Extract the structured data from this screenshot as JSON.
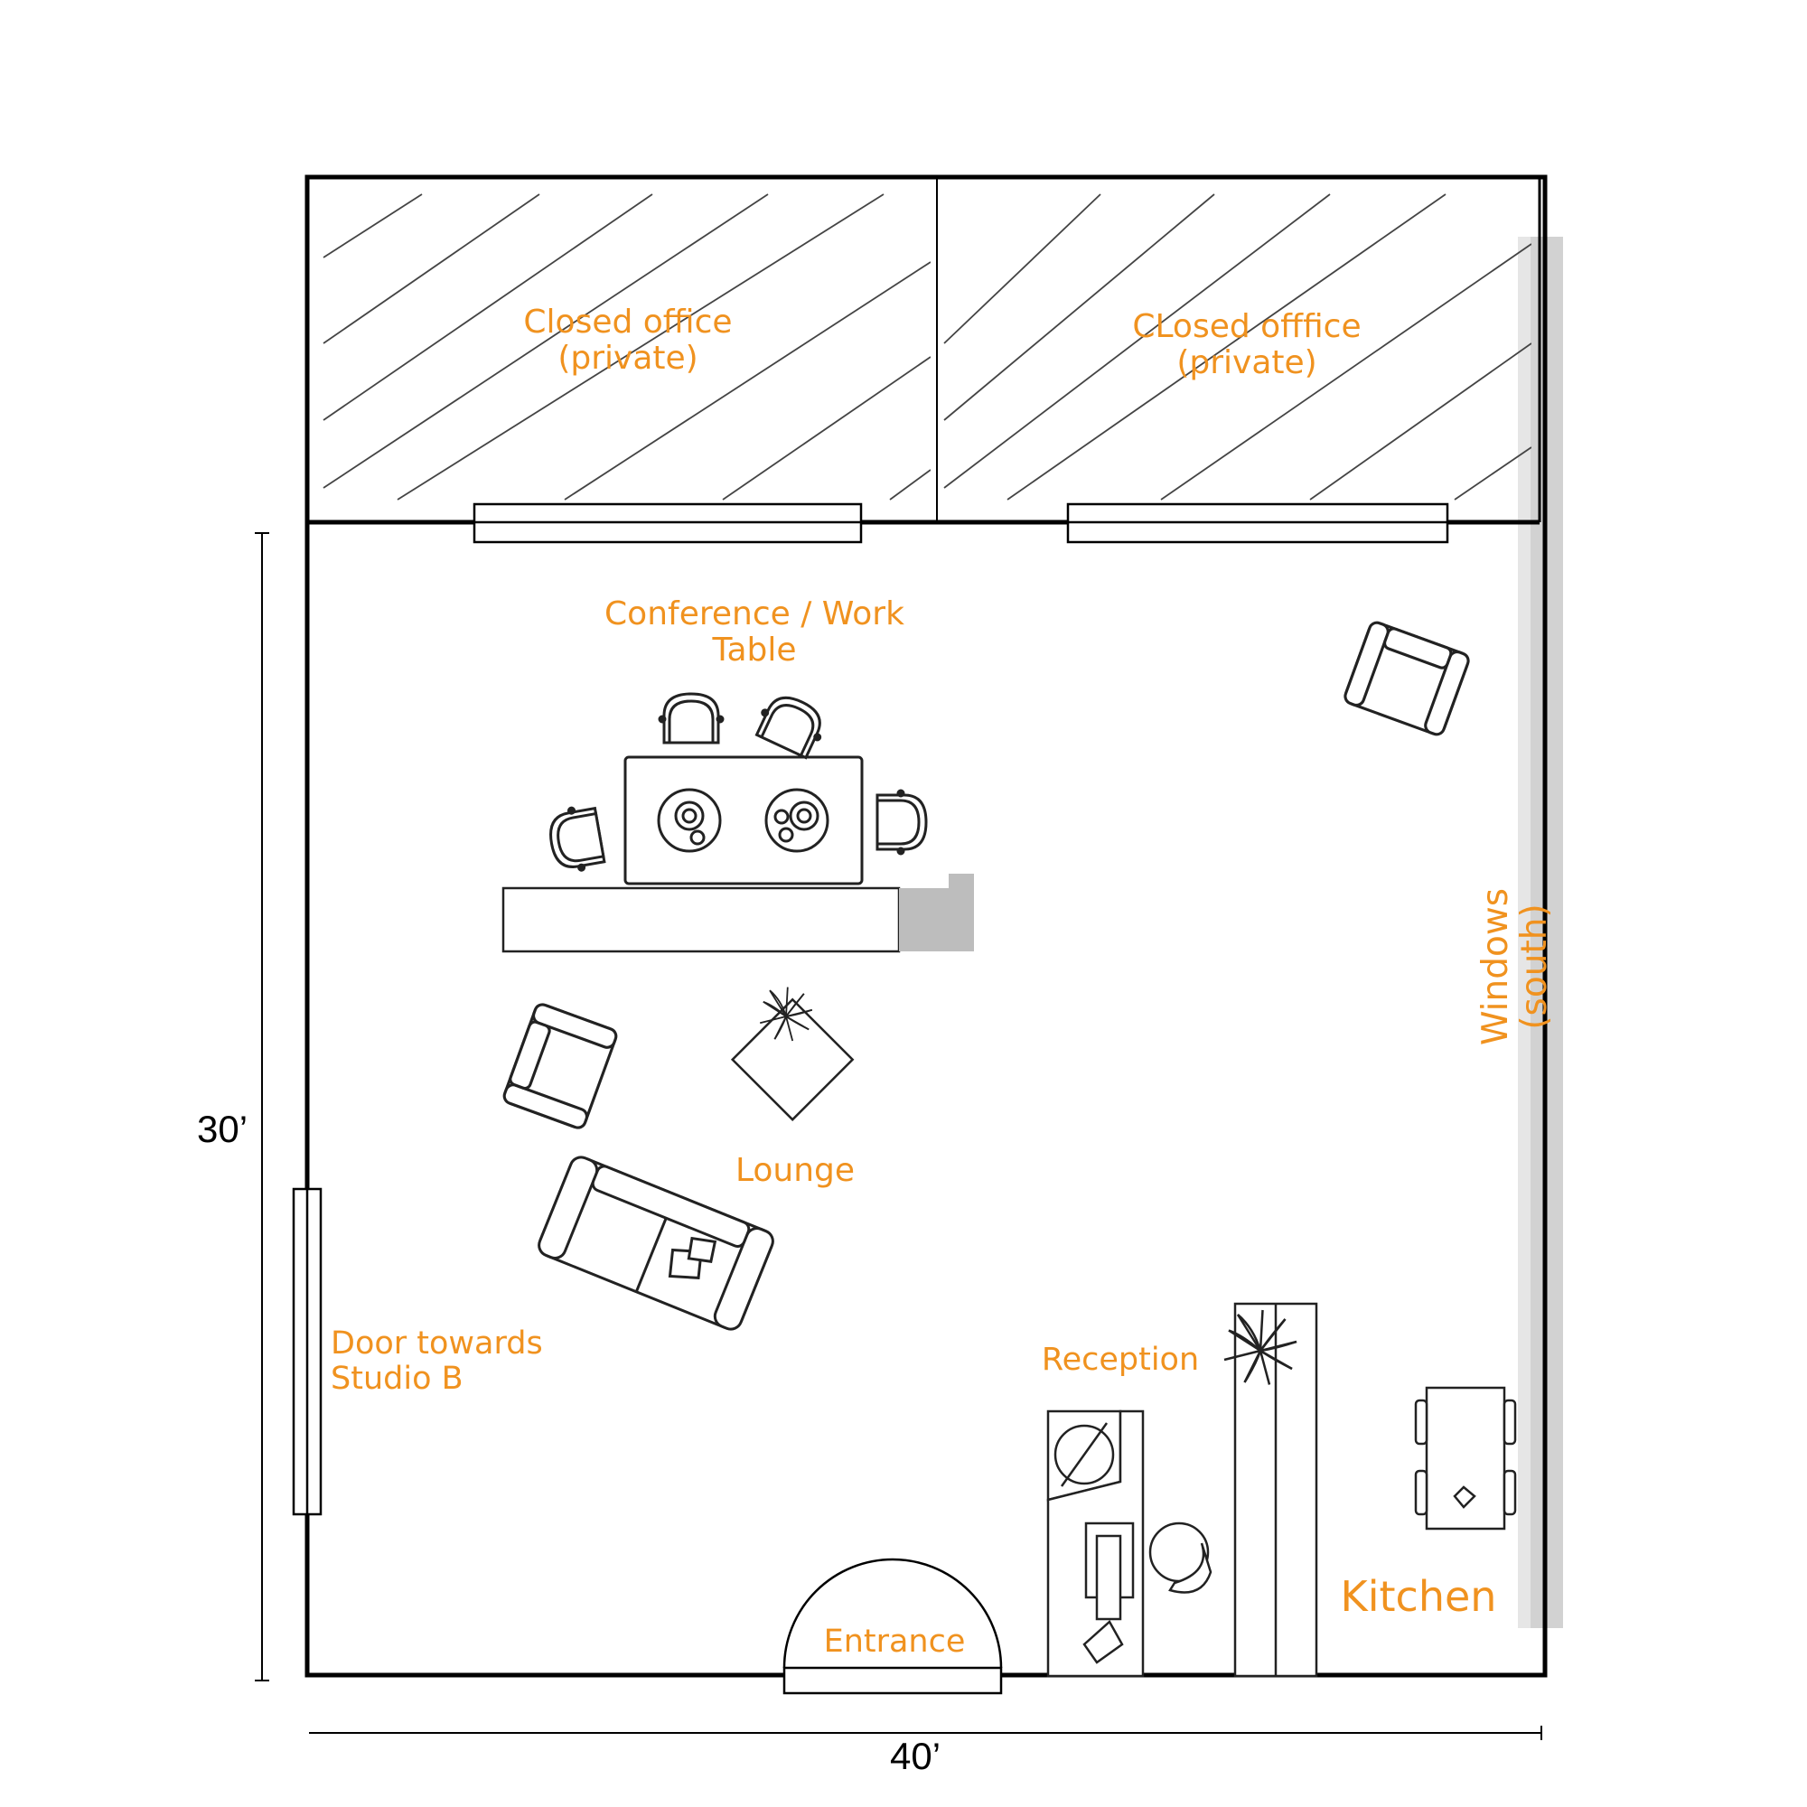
{
  "rooms": {
    "office_left": {
      "line1": "Closed office",
      "line2": "(private)"
    },
    "office_right": {
      "line1": "CLosed offfice",
      "line2": "(private)"
    },
    "conference": {
      "line1": "Conference / Work",
      "line2": "Table"
    },
    "lounge": "Lounge",
    "door": {
      "line1": "Door towards",
      "line2": "Studio B"
    },
    "reception": "Reception",
    "entrance": "Entrance",
    "kitchen": "Kitchen",
    "windows": {
      "line1": "Windows",
      "line2": "(south)"
    }
  },
  "dimensions": {
    "height": "30’",
    "width": "40’"
  },
  "colors": {
    "label": "#f0921f",
    "walls": "#000000",
    "window_strip": "#d4d4d4",
    "counter_fill": "#bdbdbd"
  }
}
